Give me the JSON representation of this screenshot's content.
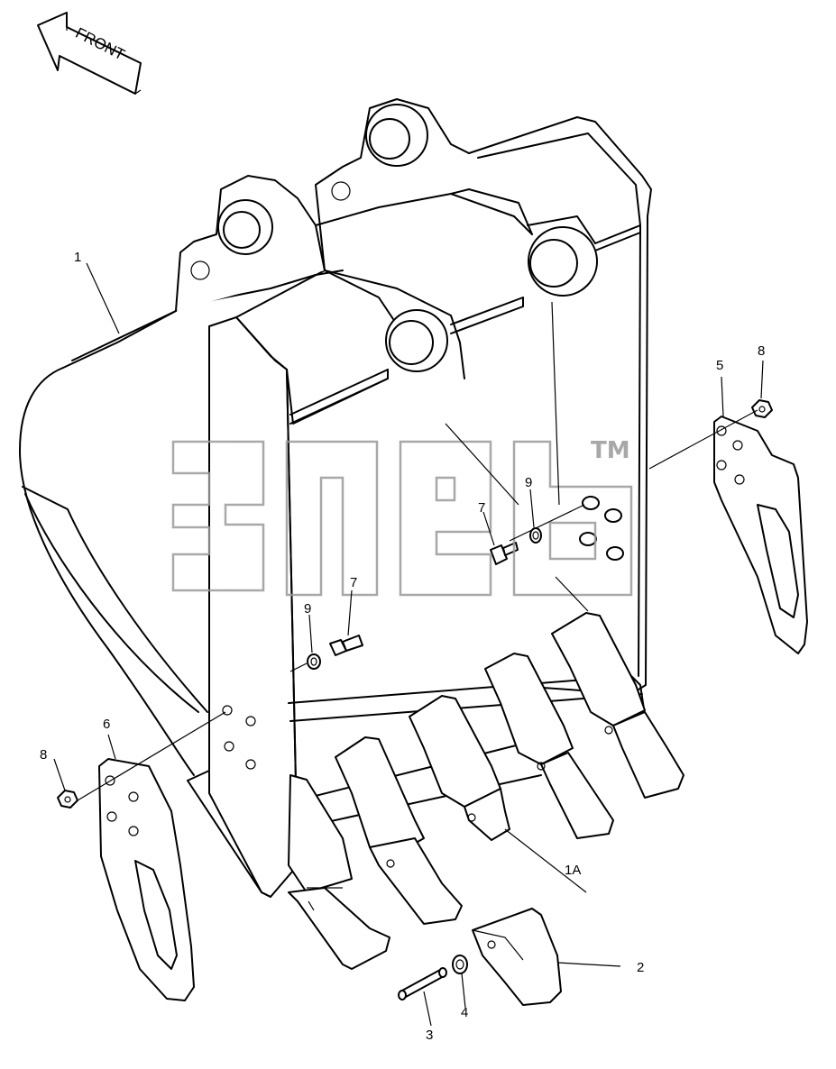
{
  "header_mark": "",
  "front_label": "FRONT",
  "watermark": {
    "text": "",
    "tm": "TM"
  },
  "callouts": {
    "c1": "1",
    "c1a": "1A",
    "c2": "2",
    "c3": "3",
    "c4": "4",
    "c5": "5",
    "c6": "6",
    "c7a": "7",
    "c7b": "7",
    "c8a": "8",
    "c8b": "8",
    "c9a": "9",
    "c9b": "9"
  }
}
